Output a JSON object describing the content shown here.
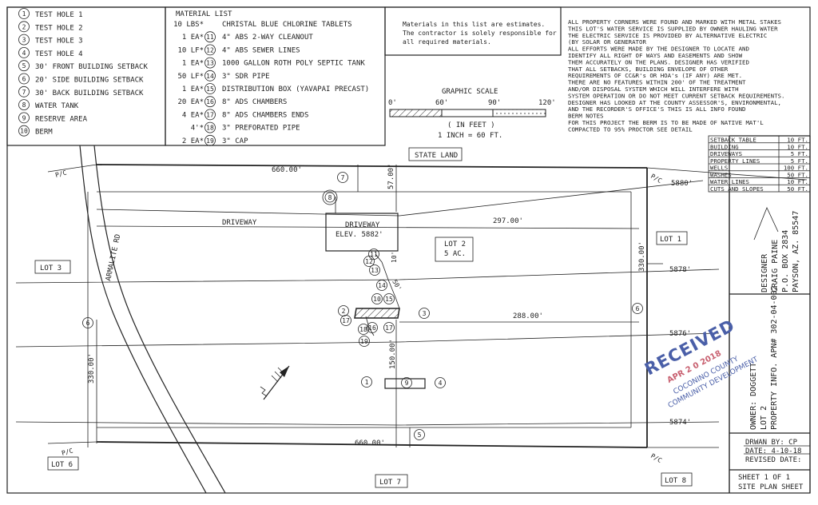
{
  "legend": [
    {
      "num": "1",
      "label": "TEST HOLE 1"
    },
    {
      "num": "2",
      "label": "TEST HOLE 2"
    },
    {
      "num": "3",
      "label": "TEST HOLE 3"
    },
    {
      "num": "4",
      "label": "TEST HOLE 4"
    },
    {
      "num": "5",
      "label": "30' FRONT BUILDING SETBACK"
    },
    {
      "num": "6",
      "label": "20' SIDE BUILDING SETBACK"
    },
    {
      "num": "7",
      "label": "30' BACK BUILDING SETBACK"
    },
    {
      "num": "8",
      "label": "WATER TANK"
    },
    {
      "num": "9",
      "label": "RESERVE AREA"
    },
    {
      "num": "10",
      "label": "BERM"
    }
  ],
  "material_list": {
    "title": "MATERIAL LIST",
    "items": [
      {
        "qty": "10 LBS*",
        "num": "",
        "desc": "CHRISTAL BLUE CHLORINE TABLETS"
      },
      {
        "qty": "1 EA*",
        "num": "11",
        "desc": "4\" ABS 2-WAY CLEANOUT"
      },
      {
        "qty": "10 LF*",
        "num": "12",
        "desc": "4\" ABS SEWER LINES"
      },
      {
        "qty": "1 EA*",
        "num": "13",
        "desc": "1000 GALLON ROTH POLY SEPTIC TANK"
      },
      {
        "qty": "50 LF*",
        "num": "14",
        "desc": "3\" SDR PIPE"
      },
      {
        "qty": "1 EA*",
        "num": "15",
        "desc": "DISTRIBUTION BOX (YAVAPAI PRECAST)"
      },
      {
        "qty": "20 EA*",
        "num": "16",
        "desc": "8\" ADS CHAMBERS"
      },
      {
        "qty": "4 EA*",
        "num": "17",
        "desc": "8\" ADS CHAMBERS ENDS"
      },
      {
        "qty": "4'*",
        "num": "18",
        "desc": "3\" PREFORATED PIPE"
      },
      {
        "qty": "2 EA*",
        "num": "19",
        "desc": "3\" CAP"
      }
    ]
  },
  "estimate_note": [
    "Materials in this list are estimates.",
    "The contractor is solely responsible for",
    "all required materials."
  ],
  "notes": [
    "ALL PROPERTY CORNERS WERE FOUND AND MARKED WITH METAL STAKES",
    "THIS LOT'S WATER SERVICE IS SUPPLIED BY OWNER HAULING WATER",
    "THE ELECTRIC SERVICE IS PROVIDED BY ALTERNATIVE ELECTRIC",
    "(BY SOLAR OR GENERATOR",
    "ALL EFFORTS WERE MADE BY THE DESIGNER TO LOCATE AND",
    "IDENTIFY ALL RIGHT OF WAYS AND EASEMENTS AND SHOW",
    "THEM ACCURATELY ON THE PLANS. DESIGNER HAS VERIFIED",
    "THAT ALL SETBACKS, BUILDING ENVELOPE OF OTHER",
    "REQUIREMENTS OF CC&R's OR HOA's (IF ANY) ARE MET.",
    "THERE ARE NO FEATURES WITHIN 200' OF THE TREATMENT",
    "AND/OR DISPOSAL SYSTEM WHICH WILL INTERFERE WITH",
    "SYSTEM OPERATION OR DO NOT MEET CURRENT SETBACK REQUIREMENTS.",
    "DESIGNER HAS LOOKED AT THE COUNTY ASSESSOR'S, ENVIRONMENTAL,",
    "AND THE RECORDER'S OFFICE'S THIS IS ALL INFO FOUND",
    "BERM NOTES",
    "FOR THIS PROJECT THE BERM IS TO BE MADE OF NATIVE MAT'L",
    "COMPACTED TO 95% PROCTOR SEE DETAIL"
  ],
  "graphic_scale": {
    "title": "GRAPHIC SCALE",
    "ticks": [
      "0'",
      "60'",
      "90'",
      "120'"
    ],
    "unit": "( IN FEET )",
    "ratio": "1 INCH = 60 FT."
  },
  "setback_table": {
    "rows": [
      {
        "label": "SETBACK TABLE",
        "value": "10 FT."
      },
      {
        "label": "BUILDING",
        "value": "10 FT."
      },
      {
        "label": "DRIVEWAYS",
        "value": "5 FT."
      },
      {
        "label": "PROPERTY LINES",
        "value": "5 FT."
      },
      {
        "label": "WELLS",
        "value": "100 FT."
      },
      {
        "label": "WASHES",
        "value": "50 FT."
      },
      {
        "label": "WATER LINES",
        "value": "10 FT."
      },
      {
        "label": "CUTS AND SLOPES",
        "value": "50 FT."
      }
    ]
  },
  "designer": [
    "DESIGNER",
    "CRAIG PAINE",
    "P.O. BOX 2834",
    "PAYSON, AZ. 85547"
  ],
  "property_info": [
    "OWNER: DOGGETT",
    "LOT 2",
    "PROPERTY INFO. APN# 302-04-002"
  ],
  "drawn": {
    "by": "DRWAN BY: CP",
    "date": "DATE: 4-10-18",
    "revised": "REVISED DATE:"
  },
  "sheet": {
    "num": "SHEET 1 OF 1",
    "title": "SITE PLAN SHEET"
  },
  "stamp": {
    "title": "RECEIVED",
    "date": "APR 2 0 2018",
    "line1": "COCONINO COUNTY",
    "line2": "COMMUNITY DEVELOPMENT"
  },
  "site": {
    "state_land": "STATE LAND",
    "lot1": "LOT 1",
    "lot3": "LOT 3",
    "lot6": "LOT 6",
    "lot7": "LOT 7",
    "lot8": "LOT 8",
    "lot2": "LOT 2",
    "lot2_area": "5 AC.",
    "driveway": "DRIVEWAY",
    "driveway_box1": "DRIVEWAY",
    "driveway_box2": "ELEV. 5882'",
    "road": "ARMALITE RD",
    "pc": "P/C",
    "dims": {
      "top": "660.00'",
      "bottom": "660.00'",
      "right": "330.00'",
      "left": "330.00'",
      "d297": "297.00'",
      "d288": "288.00'",
      "d57": "57.00'",
      "d150": "150.00'",
      "d10": "10'",
      "d50": "50'"
    },
    "contours": [
      "5880'",
      "5878'",
      "5876'",
      "5874'"
    ],
    "callouts": [
      "1",
      "2",
      "3",
      "4",
      "5",
      "6",
      "7",
      "8",
      "9",
      "10",
      "11",
      "12",
      "13",
      "14",
      "15",
      "16",
      "17",
      "18",
      "19"
    ]
  }
}
